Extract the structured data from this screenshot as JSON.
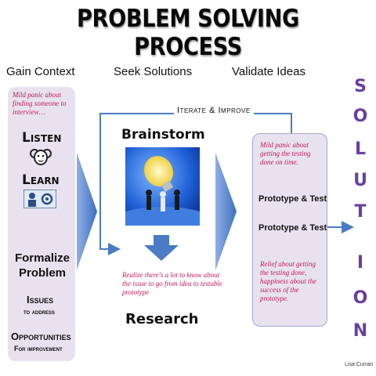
{
  "title": "PROBLEM SOLVING PROCESS",
  "columns": {
    "gain": "Gain Context",
    "seek": "Seek Solutions",
    "validate": "Validate  Ideas"
  },
  "left_panel": {
    "note": "Mild panic about finding someone to interview…",
    "listen": "Listen",
    "learn": "Learn",
    "formalize": "Formalize Problem",
    "issues": "Issues",
    "to_address": "to address",
    "opportunities": "Opportunities",
    "for_improvement": "For improvement"
  },
  "iterate_label": "Iterate & Improve",
  "center": {
    "brainstorm": "Brainstorm",
    "note": "Realize there's a lot to know about the issue to go from idea to testable prototype",
    "research": "Research"
  },
  "right_panel": {
    "note_top": "Mild panic about getting the testing done on time.",
    "proto1": "Prototype & Test",
    "proto2": "Prototype & Test",
    "note_bottom": "Relief about getting the testing done, happiness about the success of the prototype."
  },
  "solution_letters": [
    "S",
    "O",
    "L",
    "U",
    "T",
    "I",
    "O",
    "N"
  ],
  "credit": "Lisa Curran",
  "colors": {
    "arrow_blue": "#4a7bc4",
    "panel_lavender": "#e8e2f0",
    "pink_text": "#c2185b",
    "solution_purple": "#6a3fa0"
  }
}
